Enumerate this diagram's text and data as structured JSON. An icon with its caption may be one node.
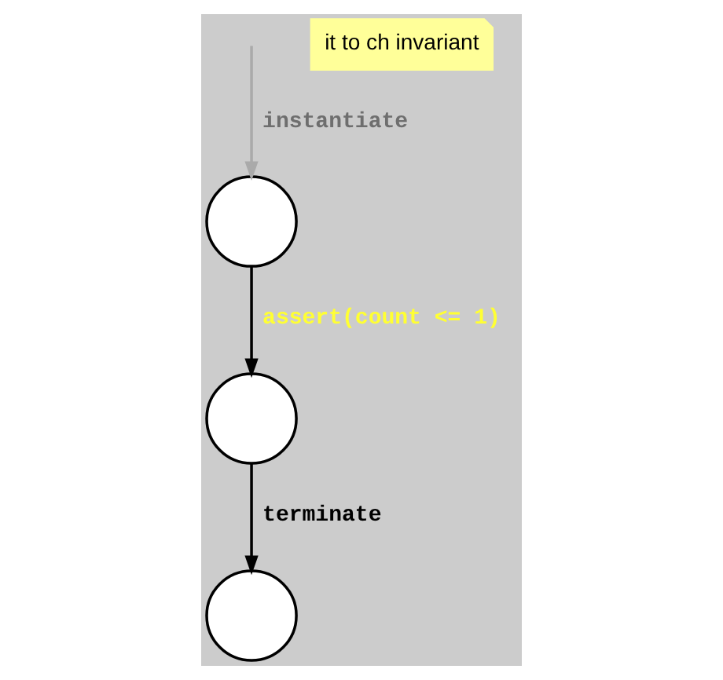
{
  "diagram": {
    "nodes": [
      {
        "text": [],
        "shape": "circle"
      },
      {
        "text": [],
        "shape": "circle"
      },
      {
        "text": [],
        "shape": "circle"
      }
    ],
    "edges": [
      {
        "from": null,
        "to": 0,
        "arrow": "to",
        "label": "instantiate",
        "color": "#aaaaaa"
      },
      {
        "from": 0,
        "to": 1,
        "arrow": "to",
        "label": "assert(count <= 1)"
      },
      {
        "from": 1,
        "to": 2,
        "arrow": "to",
        "label": "terminate"
      }
    ],
    "labels": [
      "it to ch invariant"
    ]
  }
}
